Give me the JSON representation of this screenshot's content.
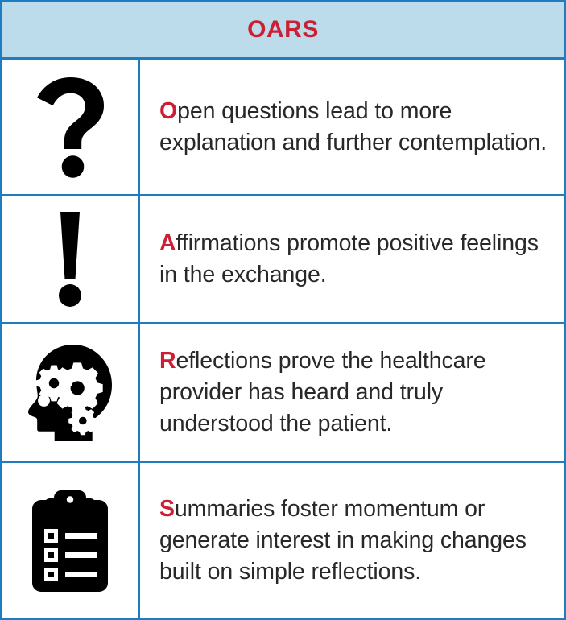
{
  "header": {
    "title": "OARS",
    "background_color": "#bcdcec",
    "title_color": "#cc1f35"
  },
  "theme": {
    "border_color": "#1f7cbf",
    "accent_red": "#cc1f35",
    "text_color": "#282828",
    "icon_color": "#000000",
    "page_background": "#ffffff"
  },
  "rows": [
    {
      "icon": "question-mark-icon",
      "lead_letter": "O",
      "rest_text": "pen questions lead to more explanation and further contemplation.",
      "full_text": "Open questions lead to more explanation and further contemplation."
    },
    {
      "icon": "exclamation-mark-icon",
      "lead_letter": "A",
      "rest_text": "ffirmations promote positive feelings in the exchange.",
      "full_text": "Affirmations promote positive feelings in the exchange."
    },
    {
      "icon": "head-with-gears-icon",
      "lead_letter": "R",
      "rest_text": "eflections prove the healthcare provider has heard and truly understood the patient.",
      "full_text": "Reflections prove the healthcare provider has heard and truly understood the patient."
    },
    {
      "icon": "clipboard-checklist-icon",
      "lead_letter": "S",
      "rest_text": "ummaries foster momentum or generate interest in making changes built on simple reflections.",
      "full_text": "Summaries foster momentum or generate interest in making changes built on simple reflections."
    }
  ]
}
